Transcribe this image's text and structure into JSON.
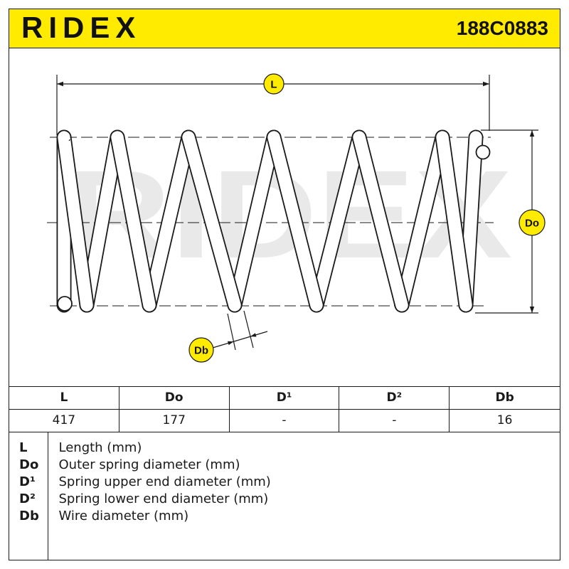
{
  "header": {
    "brand_logo": "RIDEX",
    "part_number": "188C0883"
  },
  "drawing": {
    "watermark": "RIDEX",
    "dimension_labels": {
      "length": "L",
      "outer_diameter": "Do",
      "wire_diameter": "Db"
    }
  },
  "specs_table": {
    "headers": [
      "L",
      "Do",
      "D¹",
      "D²",
      "Db"
    ],
    "values": [
      "417",
      "177",
      "-",
      "-",
      "16"
    ]
  },
  "legend": [
    {
      "abbr": "L",
      "description": "Length (mm)"
    },
    {
      "abbr": "Do",
      "description": "Outer spring diameter (mm)"
    },
    {
      "abbr": "D¹",
      "description": "Spring upper end diameter (mm)"
    },
    {
      "abbr": "D²",
      "description": "Spring lower end diameter (mm)"
    },
    {
      "abbr": "Db",
      "description": "Wire diameter (mm)"
    }
  ],
  "colors": {
    "brand_yellow": "#FFEB00",
    "line": "#1A1A1A",
    "watermark": "#E9E9E9"
  }
}
